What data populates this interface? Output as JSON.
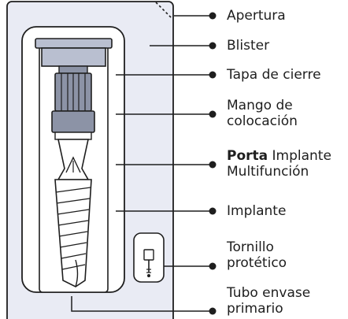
{
  "colors": {
    "blister_fill": "#e9ebf4",
    "outline": "#1e1e1e",
    "tube_fill": "#ffffff",
    "cap_fill": "#b9bfd0",
    "handle_fill": "#8c93a6",
    "implant_fill": "#ffffff"
  },
  "labels": {
    "apertura": "Apertura",
    "blister": "Blister",
    "tapa": "Tapa de cierre",
    "mango_1": "Mango de",
    "mango_2": "colocación",
    "porta_bold": "Porta",
    "porta_rest": " Implante",
    "porta_2": "Multifunción",
    "implante": "Implante",
    "tornillo_1": "Tornillo",
    "tornillo_2": "protético",
    "tubo_1": "Tubo envase",
    "tubo_2": "primario"
  }
}
